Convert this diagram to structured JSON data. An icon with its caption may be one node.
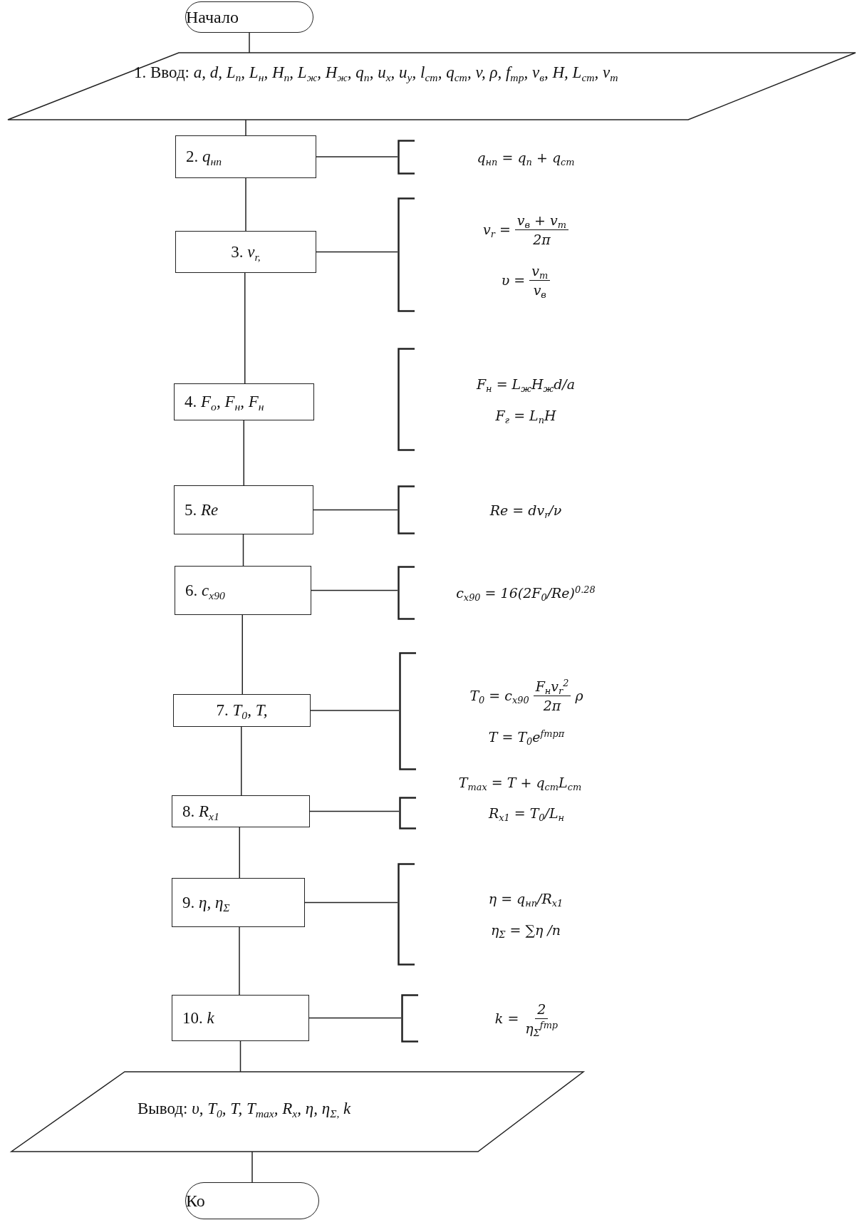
{
  "diagram": {
    "nodes": [
      {
        "text": [
          "Начало"
        ]
      },
      {
        "text": [
          "1. Ввод: *a, d, L*$_{n}$*, L*$_{н}$*, H*$_{n}$*, L*$_{ж}$*, H*$_{ж}$*, q*$_{n}$*, u*$_{x}$*, u*$_{y}$*, l*$_{cm}$*, q*$_{cm}$*, v, ρ, f*$_{mp}$*, v*$_{в}$*, H, L*$_{cm}$*, v*$_{m}$"
        ]
      },
      {
        "text": [
          "2. *q*$_{нп}$"
        ]
      },
      {
        "text": [
          "q$_{нп}$ = q$_{n}$ + q$_{ст}$"
        ]
      },
      {
        "text": [
          "3.   *v*$_{r,}$"
        ]
      },
      {
        "text": [
          "v$_{r}$ =",
          "v$_{в}$ + v$_{m}$",
          "2π",
          "υ =",
          "v$_{m}$",
          "v$_{в}$"
        ]
      },
      {
        "text": [
          "4. *F*$_{o}$*, F*$_{н}$*, F*$_{н}$"
        ]
      },
      {
        "text": [
          "F$_{н}$ = L$_{ж}$H$_{ж}$d/a",
          "F$_{г}$ = L$_{п}$H"
        ]
      },
      {
        "text": [
          "5. *Re*"
        ]
      },
      {
        "text": [
          "Re = dv$_{r}$/ν"
        ]
      },
      {
        "text": [
          "6. *c*$_{x90}$"
        ]
      },
      {
        "text": [
          "c$_{x90}$ = 16(2F$_{0}$/Re)$^{0.28}$"
        ]
      },
      {
        "text": [
          "7. *T*$_{0}$*,  T,*"
        ]
      },
      {
        "text": [
          "T$_{0}$ = c$_{x90}$",
          "F$_{н}$v$_{r}$$^{2}$",
          "2π",
          "ρ",
          "T = T$_{0}$e$^{fтрπ}$"
        ],
        "beside": [
          "T$_{max}$ = T + q$_{ст}$L$_{ст}$"
        ]
      },
      {
        "text": [
          "8. *R*$_{x1}$"
        ]
      },
      {
        "text": [
          "R$_{x1}$ = T$_{0}$/L$_{н}$"
        ]
      },
      {
        "text": [
          "9. *η, η*$_{Σ}$"
        ]
      },
      {
        "text": [
          "η = q$_{нп}$/R$_{x1}$",
          "η$_{Σ}$ = ∑η /n"
        ]
      },
      {
        "text": [
          "10. *k*"
        ]
      },
      {
        "text": [
          "k =",
          "2",
          "η$_{Σ}$$^{fтр}$"
        ]
      },
      {
        "text": [
          "Вывод: *υ*, *T*$_{0}$*, T, T*$_{max}$*, R*$_{x}$*, η, η*$_{Σ,}$ *k*"
        ]
      },
      {
        "text": [
          "Ко"
        ]
      }
    ],
    "edges": [
      {
        "from": 0,
        "to": 1,
        "arrow": "none"
      },
      {
        "from": 1,
        "to": 2,
        "arrow": "none"
      },
      {
        "from": 2,
        "to": 3,
        "arrow": "none"
      },
      {
        "from": 2,
        "to": 4,
        "arrow": "none"
      },
      {
        "from": 4,
        "to": 5,
        "arrow": "none"
      },
      {
        "from": 4,
        "to": 6,
        "arrow": "none"
      },
      {
        "from": 6,
        "to": 8,
        "arrow": "none"
      },
      {
        "from": 8,
        "to": 9,
        "arrow": "none"
      },
      {
        "from": 8,
        "to": 10,
        "arrow": "none"
      },
      {
        "from": 10,
        "to": 11,
        "arrow": "none"
      },
      {
        "from": 10,
        "to": 12,
        "arrow": "none"
      },
      {
        "from": 12,
        "to": 13,
        "arrow": "none"
      },
      {
        "from": 12,
        "to": 14,
        "arrow": "none"
      },
      {
        "from": 14,
        "to": 15,
        "arrow": "none"
      },
      {
        "from": 14,
        "to": 16,
        "arrow": "none"
      },
      {
        "from": 16,
        "to": 17,
        "arrow": "none"
      },
      {
        "from": 16,
        "to": 18,
        "arrow": "none"
      },
      {
        "from": 18,
        "to": 19,
        "arrow": "none"
      },
      {
        "from": 18,
        "to": 20,
        "arrow": "none"
      },
      {
        "from": 20,
        "to": 21,
        "arrow": "none"
      }
    ]
  }
}
